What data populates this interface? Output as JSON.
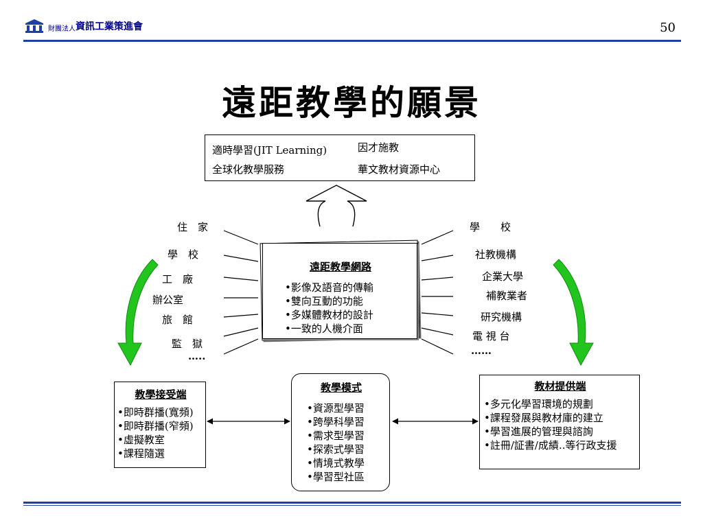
{
  "header": {
    "org_small": "財團法人",
    "org_name": "資訊工業策進會",
    "page_number": "50"
  },
  "title": "遠距教學的願景",
  "top_box": {
    "items": [
      "適時學習(JIT Learning)",
      "因才施教",
      "全球化教學服務",
      "華文教材資源中心"
    ]
  },
  "left_places": [
    "住　家",
    "學　校",
    "工　廠",
    "辦公室",
    "旅　館",
    "監　獄",
    "….."
  ],
  "right_places": [
    "學　　校",
    "社教機構",
    "企業大學",
    "補教業者",
    "研究機構",
    "電 視 台",
    "……"
  ],
  "center_box": {
    "heading": "遠距教學網路",
    "items": [
      "•影像及語音的傳輸",
      "•雙向互動的功能",
      "•多媒體教材的設計",
      "•一致的人機介面"
    ]
  },
  "receiver_box": {
    "heading": "教學接受端",
    "items": [
      "•即時群播(寬頻)",
      "•即時群播(窄頻)",
      "•虛擬教室",
      "•課程隨選"
    ]
  },
  "mode_box": {
    "heading": "教學模式",
    "items": [
      "•資源型學習",
      "•跨學科學習",
      "•需求型學習",
      "•探索式學習",
      "•情境式教學",
      "•學習型社區"
    ]
  },
  "provider_box": {
    "heading": "教材提供端",
    "items": [
      "•多元化學習環境的規劃",
      "•課程發展與教材庫的建立",
      "•學習進展的管理與諮詢",
      "•註冊/証書/成績..等行政支援"
    ]
  },
  "colors": {
    "accent_blue": "#1f3fa8",
    "org_text": "#00008b",
    "green_arrow": "#22c51e"
  }
}
